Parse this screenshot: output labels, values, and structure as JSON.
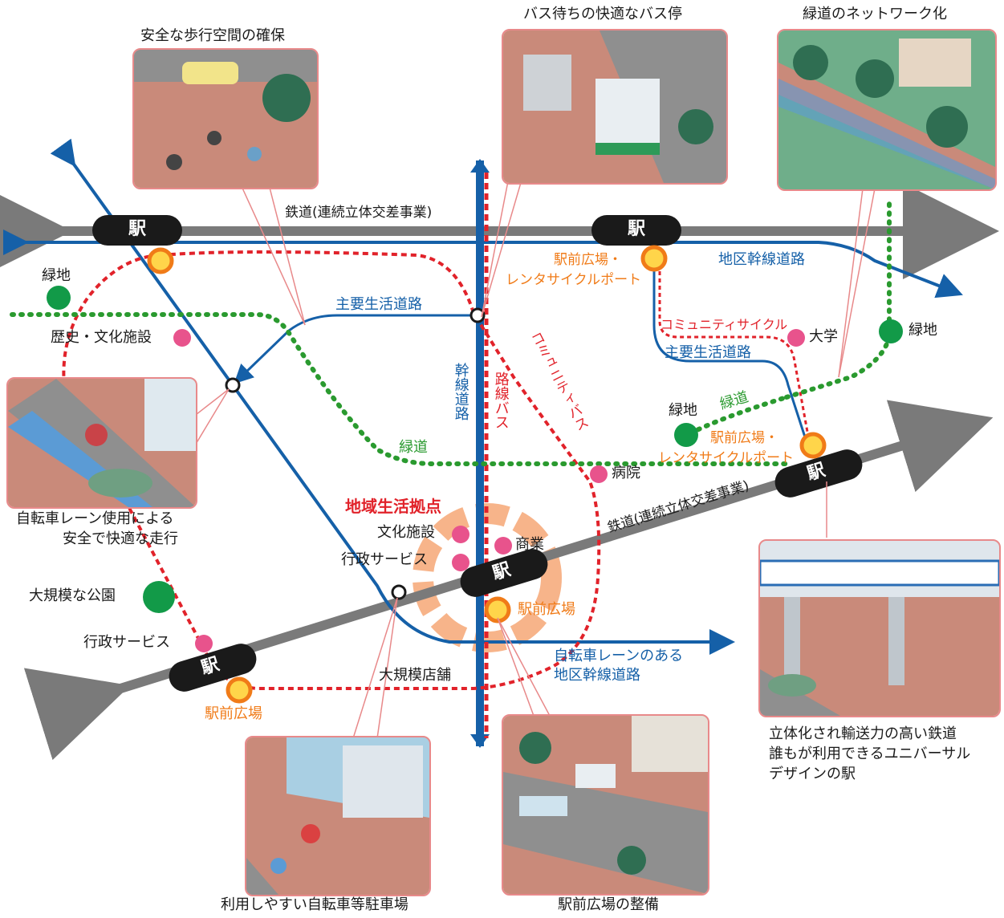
{
  "insets": {
    "walk": "安全な歩行空間の確保",
    "bus_stop": "バス待ちの快適なバス停",
    "greenway": "緑道のネットワーク化",
    "bike_lane": [
      "自転車レーン使用による",
      "安全で快適な走行"
    ],
    "railway": [
      "立体化され輸送力の高い鉄道",
      "誰もが利用できるユニバーサル",
      "デザインの駅"
    ],
    "bike_parking": "利用しやすい自転車等駐車場",
    "plaza": "駅前広場の整備"
  },
  "stations": {
    "label": "駅"
  },
  "roads": {
    "railway_top": "鉄道(連続立体交差事業)",
    "railway_bottom": "鉄道(連続立体交差事業)",
    "district_arterial": "地区幹線道路",
    "main_life_road_1": "主要生活道路",
    "main_life_road_2": "主要生活道路",
    "trunk_road": "幹線道路",
    "route_bus": "路線バス",
    "community_bus": "コミュニティバス",
    "community_cycle": "コミュニティサイクル",
    "bike_lane_road": [
      "自転車レーンのある",
      "地区幹線道路"
    ],
    "greenway_1": "緑道",
    "greenway_2": "緑道"
  },
  "places": {
    "green_1": "緑地",
    "green_2": "緑地",
    "green_3": "緑地",
    "history_culture": "歴史・文化施設",
    "university": "大学",
    "hospital": "病院",
    "hub": "地域生活拠点",
    "culture": "文化施設",
    "commerce": "商業",
    "admin_1": "行政サービス",
    "admin_2": "行政サービス",
    "big_park": "大規模な公園",
    "big_store": "大規模店舗",
    "plaza_rental_1": [
      "駅前広場・",
      "レンタサイクルポート"
    ],
    "plaza_rental_2": [
      "駅前広場・",
      "レンタサイクルポート"
    ],
    "plaza_1": "駅前広場",
    "plaza_2": "駅前広場"
  },
  "colors": {
    "rail": "#7a7a7a",
    "road": "#1560a8",
    "bus": "#e1222a",
    "green": "#2a9a2f",
    "orange": "#f07b18",
    "pink": "#e8538c",
    "hub": "#f7b48a"
  }
}
